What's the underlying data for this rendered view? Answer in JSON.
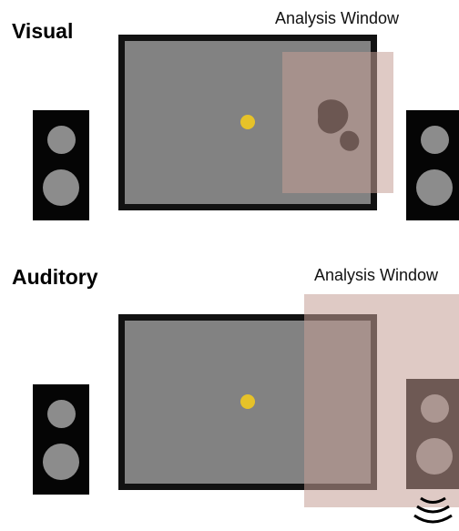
{
  "panels": {
    "visual": {
      "title": "Visual",
      "analysis_window_label": "Analysis Window",
      "stimulus": "black-blob-shape"
    },
    "auditory": {
      "title": "Auditory",
      "analysis_window_label": "Analysis Window",
      "stimulus": "sound-waves-icon"
    }
  },
  "colors": {
    "screen": "#828282",
    "screen_border": "#121212",
    "fixation": "#e6c229",
    "window": "#c49e96",
    "speaker": "#050505",
    "speaker_cone": "#8c8c8c"
  }
}
